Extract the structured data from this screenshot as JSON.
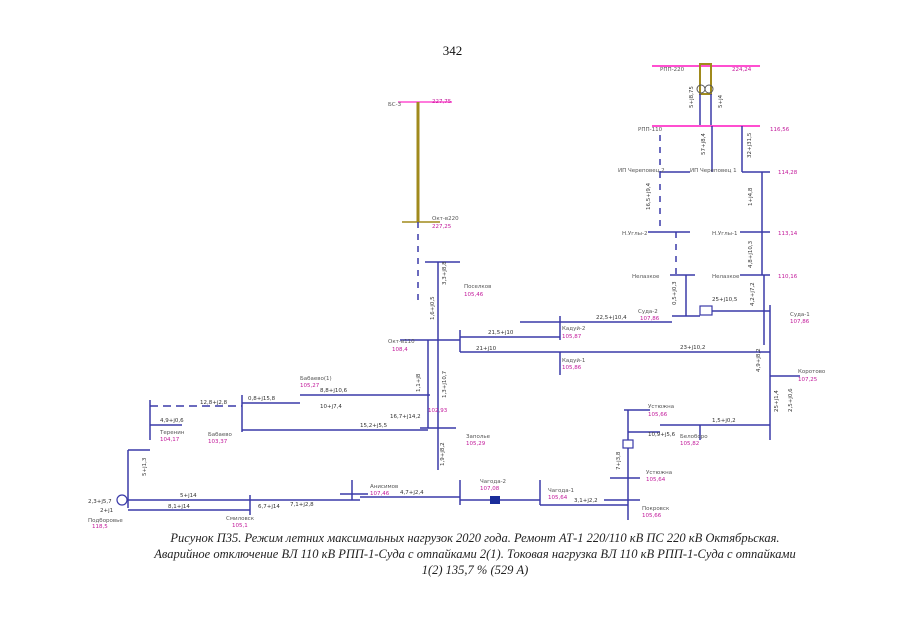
{
  "page_number": "342",
  "caption": {
    "line1": "Рисунок П35. Режим летних максимальных нагрузок 2020 года. Ремонт АТ-1 220/110 кВ ПС 220 кВ Октябрьская.",
    "line2": "Аварийное отключение ВЛ 110 кВ РПП-1-Суда с отпайками 2(1). Токовая нагрузка ВЛ 110 кВ РПП-1-Суда с отпайками",
    "line3": "1(2) 135,7 % (529 А)"
  },
  "colors": {
    "bus_110": "#3a3aa8",
    "bus_220": "#ff4fd0",
    "line_220": "#a08a1c",
    "voltage_text": "#c2189a",
    "flow_text_green": "#3aa55a",
    "flow_text_dark": "#333333"
  },
  "nodes": {
    "rpp220": {
      "name": "РПП-220",
      "voltage": "224,24"
    },
    "rpp110": {
      "name": "РПП-110",
      "voltage": "116,56"
    },
    "bs3": {
      "name": "БС-3",
      "voltage": "227,75"
    },
    "okt220": {
      "name": "Окт-в220",
      "voltage": "227,25"
    },
    "okt110": {
      "name": "Окт-в110",
      "voltage": "108,4"
    },
    "cher2": {
      "name": "ИП Череповец 2",
      "voltage": ""
    },
    "cher1": {
      "name": "ИП Череповец 1",
      "voltage": "114,28"
    },
    "nugl2": {
      "name": "Н.Углы-2",
      "voltage": ""
    },
    "nugl1": {
      "name": "Н.Углы-1",
      "voltage": "113,14"
    },
    "nelaz_l": {
      "name": "Нелазкое",
      "voltage": ""
    },
    "nelaz_r": {
      "name": "Нелазкое",
      "voltage": "110,16"
    },
    "suda2": {
      "name": "Суда-2",
      "voltage": "107,86"
    },
    "suda1": {
      "name": "Суда-1",
      "voltage": "107,86"
    },
    "kaduy2": {
      "name": "Кадуй-2",
      "voltage": "105,87"
    },
    "kaduy1": {
      "name": "Кадуй-1",
      "voltage": "105,86"
    },
    "posel": {
      "name": "Поселков",
      "voltage": "105,46"
    },
    "zapol": {
      "name": "Заполье",
      "voltage": "105,29"
    },
    "babaev1": {
      "name": "Бабаево(1)",
      "voltage": "105,27"
    },
    "babaev": {
      "name": "Бабаево",
      "voltage": "103,37"
    },
    "terenin": {
      "name": "Теренин",
      "voltage": "104,17"
    },
    "korot": {
      "name": "Коротово",
      "voltage": "107,25"
    },
    "ustyan1": {
      "name": "Устюжна",
      "voltage": "105,66"
    },
    "ustyan2": {
      "name": "Устюжна",
      "voltage": "105,64"
    },
    "belovo": {
      "name": "Белоборо",
      "voltage": "105,82"
    },
    "anisim": {
      "name": "Анисимов",
      "voltage": "107,46"
    },
    "chagoda2": {
      "name": "Чагода-2",
      "voltage": "107,08"
    },
    "chagoda1": {
      "name": "Чагода-1",
      "voltage": "105,64"
    },
    "pokrov": {
      "name": "Покровск",
      "voltage": "105,66"
    },
    "podbor": {
      "name": "Подборовье",
      "voltage": "118,5"
    },
    "sminov": {
      "name": "Смиловск",
      "voltage": "105,1"
    },
    "node_mid": {
      "name": "",
      "voltage": "102,93"
    }
  },
  "flows": {
    "f_rpp_t1": "5+j8,75",
    "f_rpp_t2": "5+j4",
    "f_rpp_v": "57+j8,4",
    "f_rpp_v2": "32+j31,5",
    "f_cher": "1+j4,8",
    "f_nugl": "16,5+j9,4",
    "f_nugl_r": "4,8+j10,3",
    "f_nel": "0,5+j0,3",
    "f_nel_r": "4,2+j7,2",
    "f_suda_x": "25+j10,5",
    "f_suda2": "22,5+j10,4",
    "f_kaduy2": "21,5+j10",
    "f_kaduy_r": "21+j10",
    "f_kaduy1": "23+j10,2",
    "f_suda1_v": "4,9+j8,2",
    "f_korot": "25+j1,4",
    "f_korot2": "2,5+j0,6",
    "f_belovo": "1,5+j0,2",
    "f_ustyan": "10,9+j5,6",
    "f_ustyan_v": "7+j3,8",
    "f_okt_v": "1,1+j8",
    "f_posel_v": "3,3+j8,8",
    "f_posel_v2": "1,6+j0,5",
    "f_zapol": "1,9+j8,2",
    "f_okt_mid": "1,3+j10,7",
    "f_babaev1": "8,8+j10,6",
    "f_babaev1b": "10+j7,4",
    "f_mid": "16,7+j14,2",
    "f_babaev": "15,2+j5,5",
    "f_babaev_l": "12,8+j2,8",
    "f_babaev_l2": "0,8+j15,8",
    "f_terenin": "4,9+j0,6",
    "f_podbor": "5+j14",
    "f_podbor2": "8,1+j14",
    "f_sminov": "6,7+j14",
    "f_anis": "7,1+j2,8",
    "f_anis2": "4,7+j2,4",
    "f_chag": "3,1+j2,2",
    "f_pod_v": "2,3+j5,7",
    "f_pod_l": "2+j1",
    "f_pod_u": "5+j1,3"
  }
}
